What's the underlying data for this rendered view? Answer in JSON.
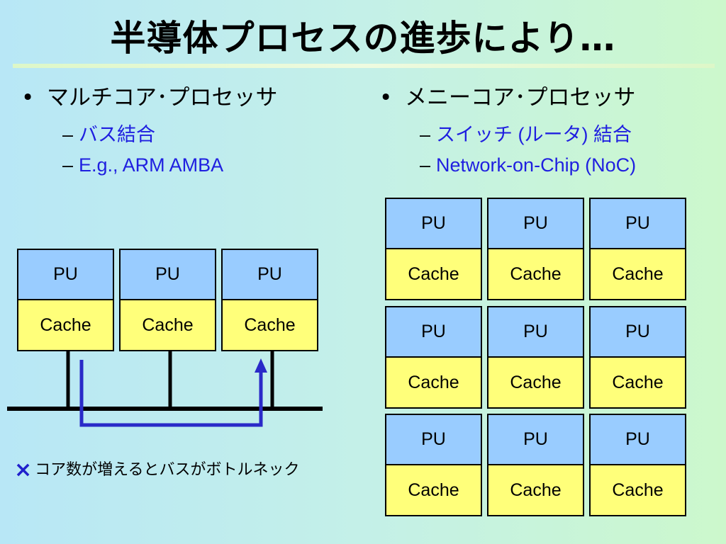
{
  "title": "半導体プロセスの進歩により…",
  "left": {
    "heading": "マルチコア･プロセッサ",
    "sub": [
      "バス結合",
      "E.g., ARM AMBA"
    ],
    "cores": [
      {
        "pu": "PU",
        "cache": "Cache"
      },
      {
        "pu": "PU",
        "cache": "Cache"
      },
      {
        "pu": "PU",
        "cache": "Cache"
      }
    ],
    "note_mark": "×",
    "note": "コア数が増えるとバスがボトルネック"
  },
  "right": {
    "heading": "メニーコア･プロセッサ",
    "sub": [
      "スイッチ (ルータ) 結合",
      "Network-on-Chip (NoC)"
    ],
    "grid": [
      [
        {
          "pu": "PU",
          "cache": "Cache"
        },
        {
          "pu": "PU",
          "cache": "Cache"
        },
        {
          "pu": "PU",
          "cache": "Cache"
        }
      ],
      [
        {
          "pu": "PU",
          "cache": "Cache"
        },
        {
          "pu": "PU",
          "cache": "Cache"
        },
        {
          "pu": "PU",
          "cache": "Cache"
        }
      ],
      [
        {
          "pu": "PU",
          "cache": "Cache"
        },
        {
          "pu": "PU",
          "cache": "Cache"
        },
        {
          "pu": "PU",
          "cache": "Cache"
        }
      ]
    ]
  },
  "colors": {
    "pu": "#99ccff",
    "cache": "#ffff7a",
    "arrow": "#2a2ac8",
    "sub_text": "#1f1fe0"
  }
}
